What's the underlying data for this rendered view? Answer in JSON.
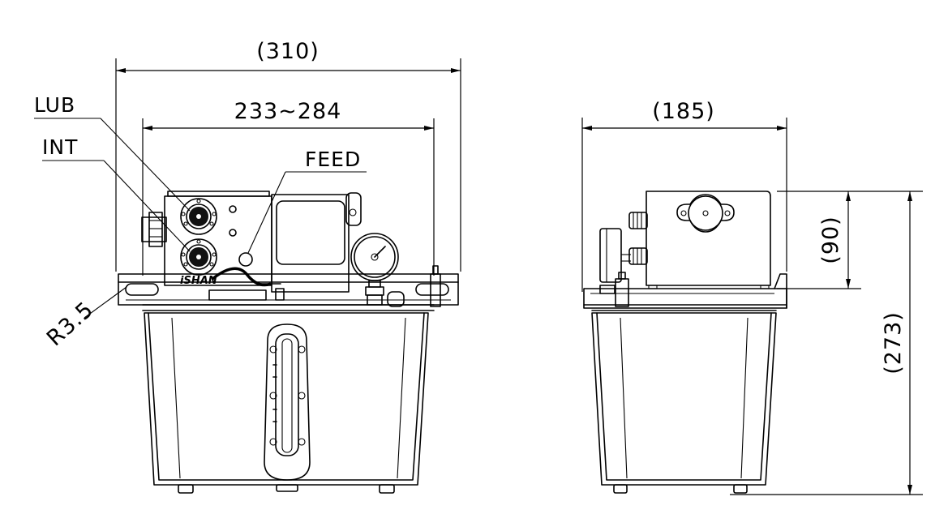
{
  "front_view": {
    "overall_width": "(310)",
    "mount_width": "233~284",
    "label_lub": "LUB",
    "label_int": "INT",
    "label_feed": "FEED",
    "hole_radius": "R3.5",
    "brand": "iSHAN"
  },
  "side_view": {
    "depth": "(185)",
    "head_height": "(90)",
    "total_height": "(273)"
  }
}
